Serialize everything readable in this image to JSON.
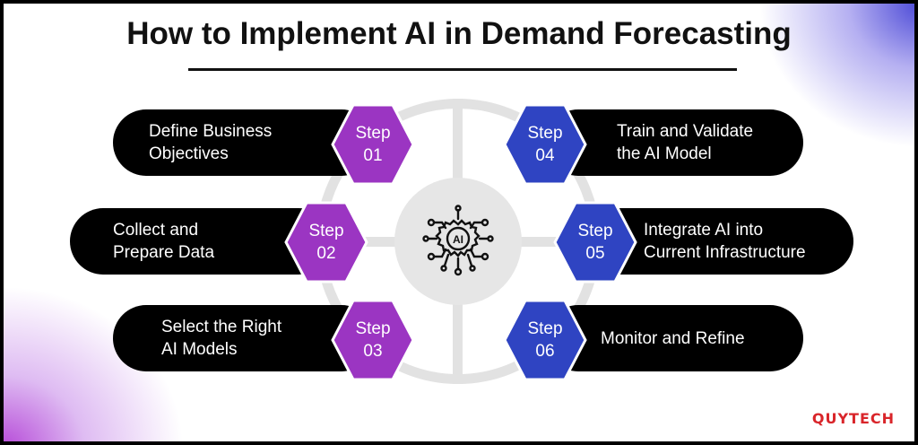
{
  "title": "How to Implement AI in Demand Forecasting",
  "center": {
    "icon": "ai-gear-circuit-icon",
    "label": "AI"
  },
  "steps": [
    {
      "step_label": "Step",
      "number": "01",
      "text": "Define Business\nObjectives",
      "color": "#9b35c2"
    },
    {
      "step_label": "Step",
      "number": "02",
      "text": "Collect and\nPrepare Data",
      "color": "#9b35c2"
    },
    {
      "step_label": "Step",
      "number": "03",
      "text": "Select the Right\nAI Models",
      "color": "#9b35c2"
    },
    {
      "step_label": "Step",
      "number": "04",
      "text": "Train and Validate\nthe AI Model",
      "color": "#2f44c2"
    },
    {
      "step_label": "Step",
      "number": "05",
      "text": "Integrate AI into\nCurrent Infrastructure",
      "color": "#2f44c2"
    },
    {
      "step_label": "Step",
      "number": "06",
      "text": "Monitor and Refine",
      "color": "#2f44c2"
    }
  ],
  "colors": {
    "purple": "#9b35c2",
    "blue": "#2f44c2",
    "pill": "#000000",
    "ring": "#e2e2e2"
  },
  "brand": "QUYTECH"
}
